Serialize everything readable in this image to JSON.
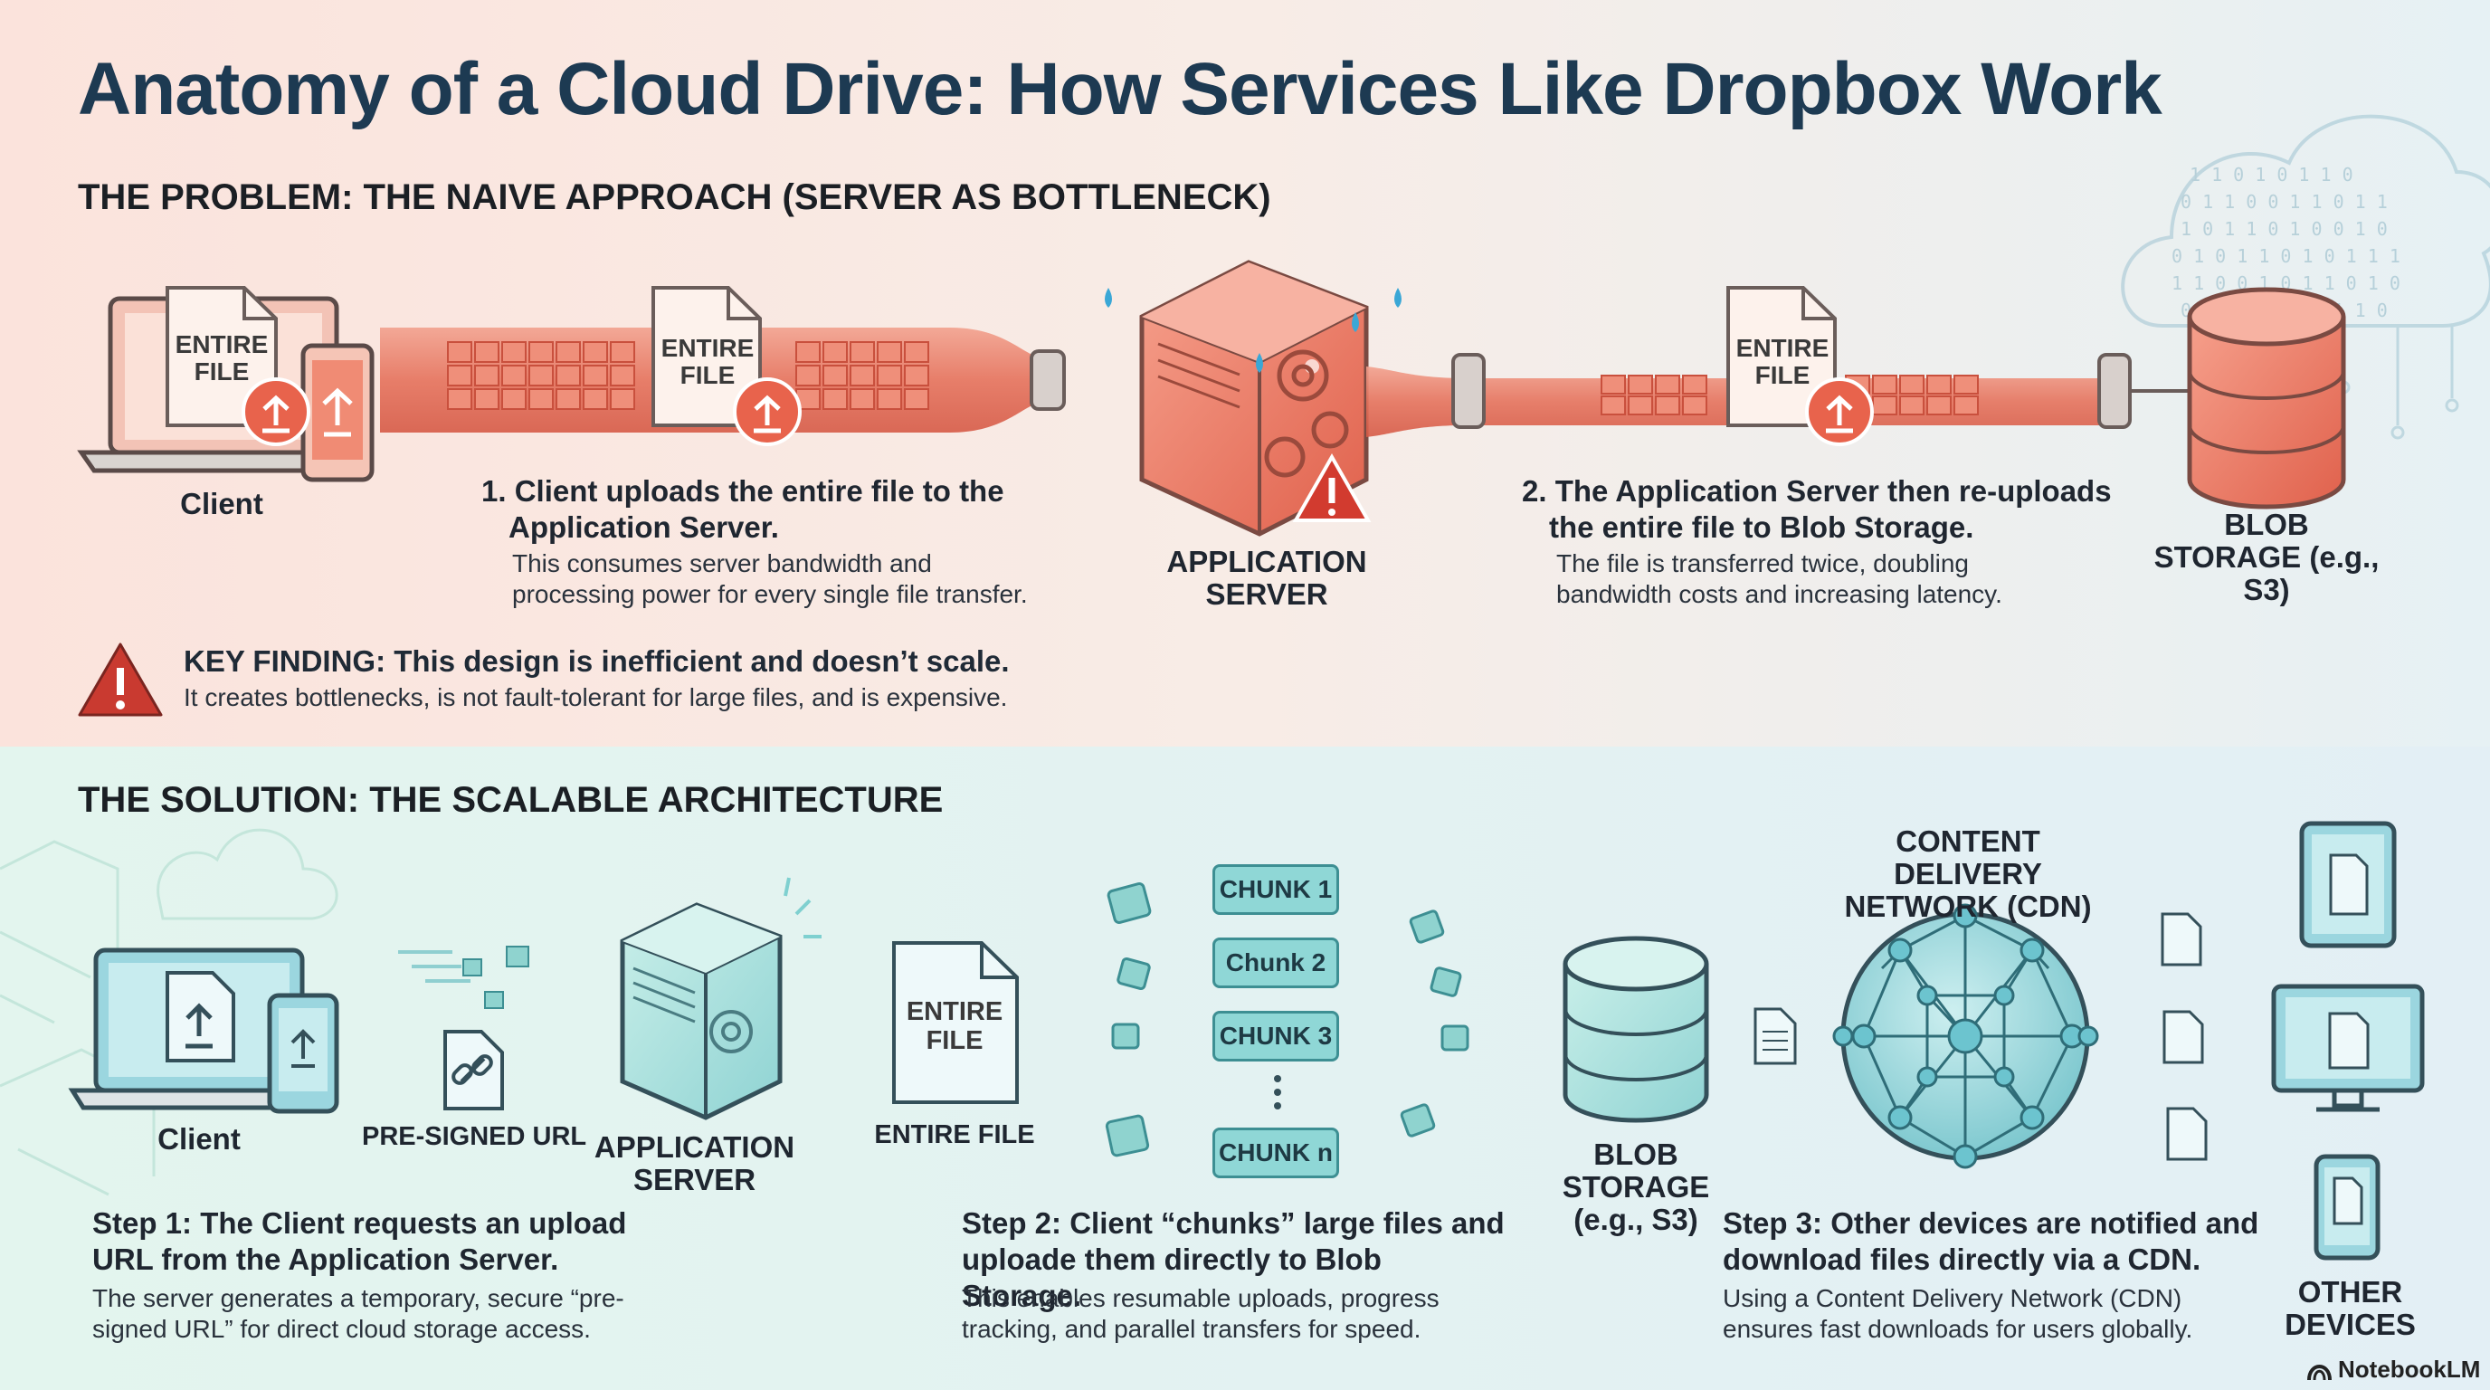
{
  "title": "Anatomy of a Cloud Drive: How Services Like Dropbox Work",
  "problem": {
    "heading": "THE PROBLEM: THE NAIVE APPROACH (SERVER AS BOTTLENECK)",
    "client_label": "Client",
    "entire_file": "ENTIRE FILE",
    "step1_title": "1. Client uploads the entire file to the Application Server.",
    "step1_desc": "This consumes server bandwidth and processing power for every single file transfer.",
    "server_label": "APPLICATION SERVER",
    "step2_title": "2. The Application Server then re-uploads the entire file to Blob Storage.",
    "step2_desc": "The file is transferred twice, doubling bandwidth costs and increasing latency.",
    "blob_label": "BLOB STORAGE (e.g., S3)",
    "key_title": "KEY FINDING: This design is inefficient and doesn’t scale.",
    "key_desc": "It creates bottlenecks, is not fault-tolerant for large files, and is expensive."
  },
  "solution": {
    "heading": "THE SOLUTION: THE SCALABLE ARCHITECTURE",
    "client_label": "Client",
    "presigned_label": "PRE-SIGNED URL",
    "server_label": "APPLICATION SERVER",
    "entire_file": "ENTIRE FILE",
    "entire_file_label": "ENTIRE FILE",
    "chunks": [
      "CHUNK 1",
      "Chunk 2",
      "CHUNK 3",
      "CHUNK n"
    ],
    "blob_label": "BLOB STORAGE (e.g., S3)",
    "cdn_label": "CONTENT DELIVERY NETWORK (CDN)",
    "other_devices": "OTHER DEVICES",
    "step1_title": "Step 1: The Client requests an upload URL from the Application Server.",
    "step1_desc": "The server generates a temporary, secure “pre-signed URL” for direct cloud storage access.",
    "step2_title": "Step 2: Client “chunks” large files and uploade them directly to Blob Storage.",
    "step2_desc": "This enables resumable uploads, progress tracking, and parallel transfers for speed.",
    "step3_title": "Step 3: Other devices are notified and download files directly via a CDN.",
    "step3_desc": "Using a Content Delivery Network (CDN) ensures fast downloads for users globally."
  },
  "brand": "NotebookLM",
  "colors": {
    "problem_accent": "#e8735f",
    "solution_accent": "#7fd0d0",
    "title": "#1d3a52",
    "warning": "#c93a30"
  },
  "icons": [
    "laptop-icon",
    "phone-icon",
    "upload-icon",
    "server-icon",
    "gear-icon",
    "warning-icon",
    "database-icon",
    "link-icon",
    "document-icon",
    "network-globe-icon",
    "tablet-icon",
    "monitor-icon",
    "cloud-binary-icon"
  ]
}
